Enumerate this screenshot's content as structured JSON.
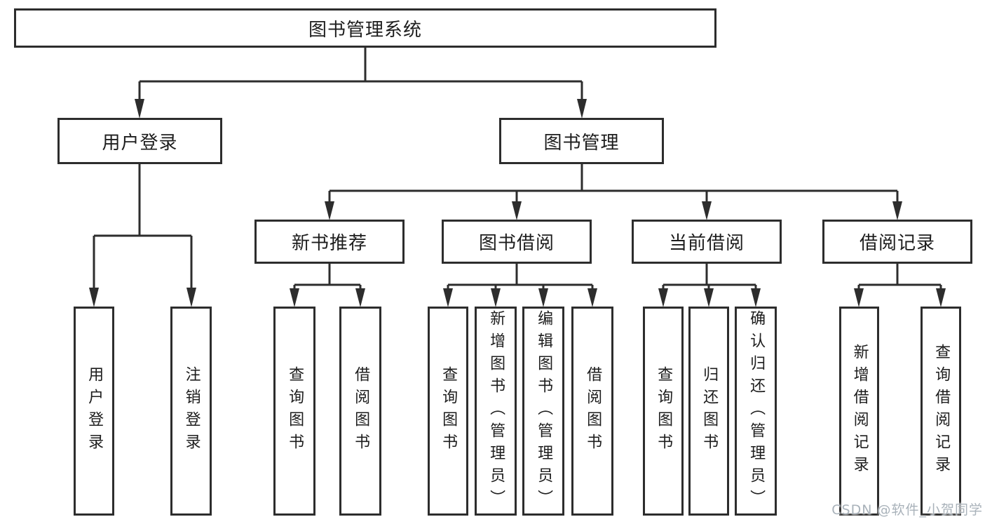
{
  "colors": {
    "line": "#2d2d2d",
    "box_border": "#2d2d2d",
    "text": "#1d1d1d",
    "watermark_text": "#a9b2ba",
    "background": "#ffffff"
  },
  "diagram": {
    "root": {
      "label": "图书管理系统"
    },
    "branches": [
      {
        "label": "用户登录",
        "children": [
          {
            "label": "用户登录"
          },
          {
            "label": "注销登录"
          }
        ]
      },
      {
        "label": "图书管理",
        "children": [
          {
            "label": "新书推荐",
            "children": [
              {
                "label": "查询图书"
              },
              {
                "label": "借阅图书"
              }
            ]
          },
          {
            "label": "图书借阅",
            "children": [
              {
                "label": "查询图书"
              },
              {
                "label": "新增图书（管理员）"
              },
              {
                "label": "编辑图书（管理员）"
              },
              {
                "label": "借阅图书"
              }
            ]
          },
          {
            "label": "当前借阅",
            "children": [
              {
                "label": "查询图书"
              },
              {
                "label": "归还图书"
              },
              {
                "label": "确认归还（管理员）"
              }
            ]
          },
          {
            "label": "借阅记录",
            "children": [
              {
                "label": "新增借阅记录"
              },
              {
                "label": "查询借阅记录"
              }
            ]
          }
        ]
      }
    ]
  },
  "watermark": "CSDN @软件_小贺同学"
}
